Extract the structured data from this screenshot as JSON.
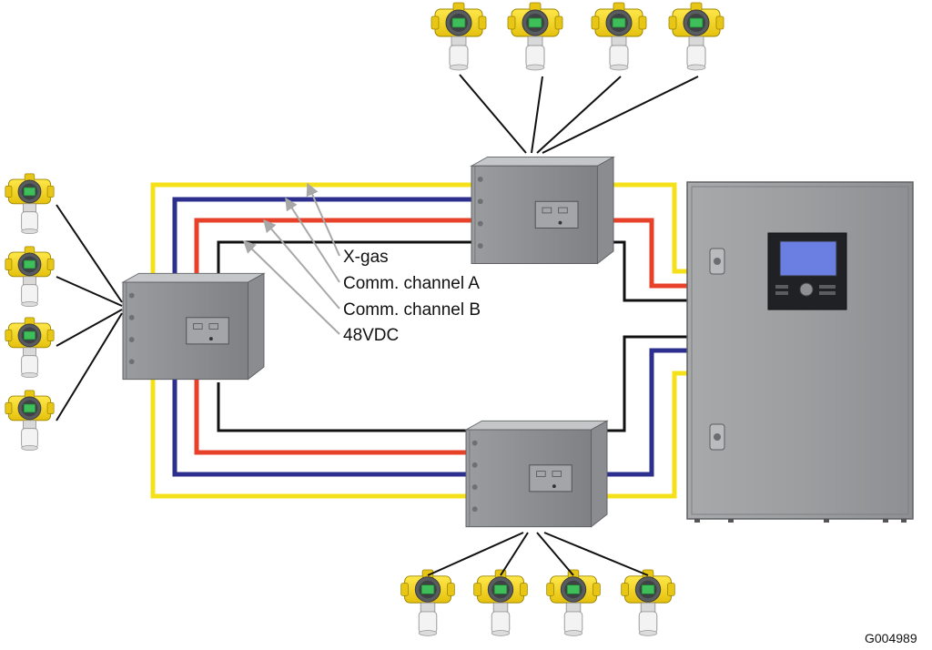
{
  "legend": {
    "xgas": "X-gas",
    "comm_a": "Comm. channel A",
    "comm_b": "Comm. channel B",
    "power": "48VDC"
  },
  "figure_ref": "G004989",
  "colors": {
    "xgas": "#f5e11a",
    "comm_a": "#2c2f8e",
    "comm_b": "#e8412a",
    "power": "#111111",
    "detector_body": "#f2d21b",
    "enclosure": "#8e9093",
    "cabinet": "#9b9d9f"
  },
  "icons": {
    "detector": "gas-detector-icon",
    "junction_box": "junction-box-icon",
    "controller": "controller-cabinet-icon",
    "display": "lcd-display-icon"
  }
}
